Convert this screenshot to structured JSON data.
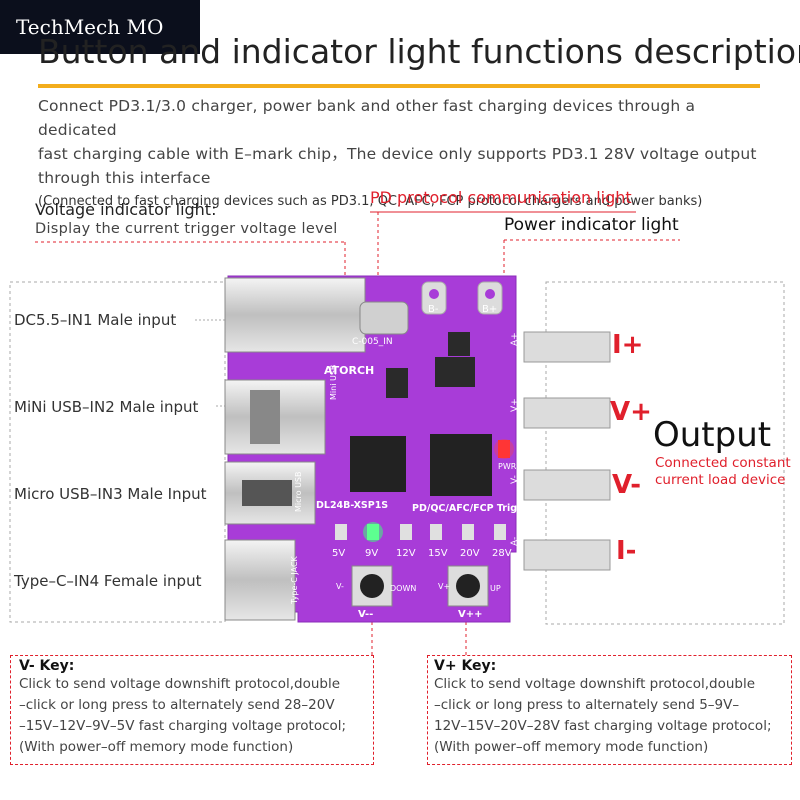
{
  "watermark": "TechMech MO",
  "title": "Button and indicator light functions description",
  "intro": {
    "line1": "Connect PD3.1/3.0 charger, power bank and other fast charging devices through a dedicated",
    "line2": "fast charging cable with E–mark chip，The device only supports PD3.1 28V voltage output",
    "line3": "through this interface",
    "line4": "(Connected to fast charging devices such as PD3.1, QC, AFC, FCP protocol chargers and power banks)"
  },
  "labels": {
    "pd_light": "PD protocol communication light",
    "voltage_light": "Voltage indicator light:",
    "voltage_light_desc": "Display the current trigger voltage level",
    "power_light": "Power indicator light"
  },
  "inputs": [
    "DC5.5–IN1 Male input",
    "MiNi USB–IN2 Male input",
    "Micro USB–IN3 Male Input",
    "Type–C–IN4 Female input"
  ],
  "outputs": {
    "i_plus": "I+",
    "v_plus": "V+",
    "v_minus": "V-",
    "i_minus": "I-"
  },
  "output_box": {
    "title": "Output",
    "line1": "Connected constant",
    "line2": "current load device"
  },
  "board": {
    "brand": "ATORCH",
    "model": "DL24B-XSP1S",
    "trigger": "PD/QC/AFC/FCP Trigger",
    "pcb_code": "C-005_IN",
    "mini_usb": "Mini USB",
    "micro_usb": "Micro USB",
    "typec_jack": "Type-C JACK",
    "pwr": "PWR",
    "b_minus": "B-",
    "b_plus": "B+",
    "a_plus_top": "A+",
    "v_plus_pin": "V+",
    "v_minus_pin": "V-",
    "a_minus": "A-",
    "voltages": [
      "5V",
      "9V",
      "12V",
      "15V",
      "20V",
      "28V"
    ],
    "down": "DOWN",
    "up": "UP",
    "v_dash": "V-",
    "v_plus_btn": "V+",
    "btn_vminus": "V--",
    "btn_vplus": "V++"
  },
  "keys": {
    "minus": {
      "title": "V- Key:",
      "lines": [
        "Click to send voltage downshift protocol,double",
        "–click or long press to alternately send 28–20V",
        "–15V–12V–9V–5V fast charging voltage protocol;",
        "(With power–off memory mode function)"
      ]
    },
    "plus": {
      "title": "V+ Key:",
      "lines": [
        "Click to send voltage downshift protocol,double",
        "–click or long press to alternately send 5–9V–",
        "12V–15V–20V–28V fast charging voltage protocol;",
        "(With power–off memory mode function)"
      ]
    }
  },
  "colors": {
    "board": "#a83cd8",
    "accent": "#f3ad1c",
    "red": "#e0202c"
  }
}
